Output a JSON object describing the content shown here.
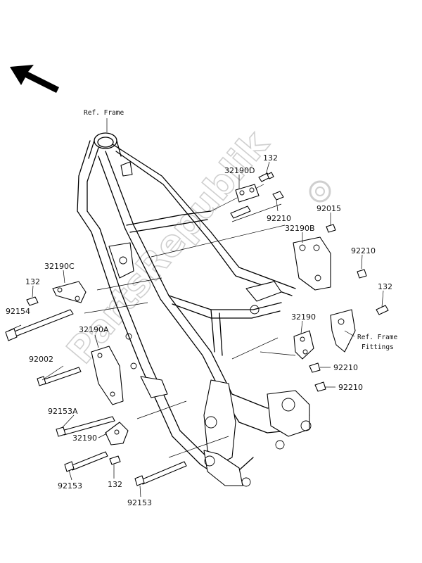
{
  "refs": {
    "ref_frame": "Ref. Frame",
    "ref_fittings_line1": "Ref. Frame",
    "ref_fittings_line2": "Fittings"
  },
  "watermark": "PartsRepublik",
  "labels": {
    "p132_top": "132",
    "p32190D": "32190D",
    "p92210_a": "92210",
    "p92015": "92015",
    "p32190B": "32190B",
    "p92210_b": "92210",
    "p132_right": "132",
    "p32190C": "32190C",
    "p132_left": "132",
    "p92154": "92154",
    "p32190A": "32190A",
    "p92002": "92002",
    "p32190_mid": "32190",
    "p92210_c": "92210",
    "p92210_d": "92210",
    "p92153A": "92153A",
    "p32190_low": "32190",
    "p92153_a": "92153",
    "p132_bottom": "132",
    "p92153_b": "92153"
  }
}
